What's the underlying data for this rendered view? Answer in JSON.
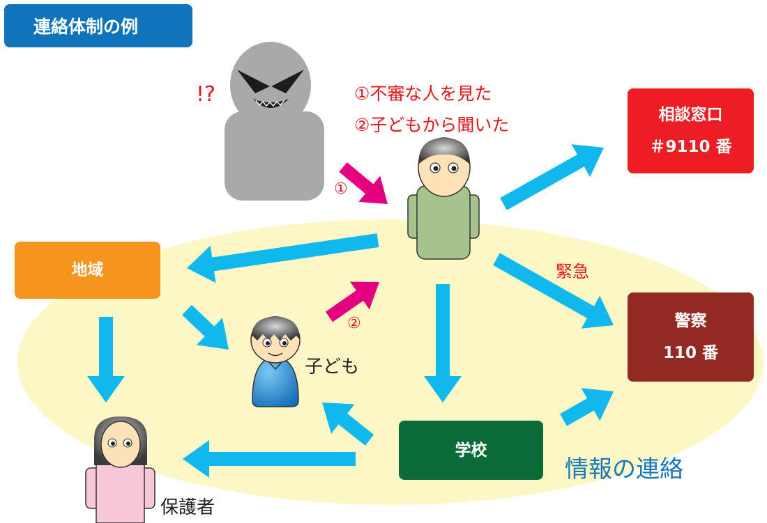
{
  "title": "連絡体制の例",
  "reporter_notes": [
    "①不審な人を見た",
    "②子どもから聞いた"
  ],
  "surprise_mark": "!?",
  "step_labels": {
    "one": "①",
    "two": "②"
  },
  "nodes": {
    "consult": {
      "line1": "相談窓口",
      "line2": "＃9110 番"
    },
    "police": {
      "line1": "警察",
      "line2": "110 番"
    },
    "community": {
      "label": "地域"
    },
    "school": {
      "label": "学校"
    }
  },
  "people": {
    "child": "子ども",
    "guardian": "保護者"
  },
  "urgent_label": "緊急",
  "info_label": "情報の連絡",
  "colors": {
    "title_bg": "#0f74bb",
    "consult_bg": "#ee1c24",
    "police_bg": "#922a23",
    "community_bg": "#f7941d",
    "school_bg": "#0a6b39",
    "arrow_info": "#11b8ee",
    "arrow_report": "#e5007f",
    "area_fill": "#fcf7c5",
    "note_red": "#e4161c"
  }
}
